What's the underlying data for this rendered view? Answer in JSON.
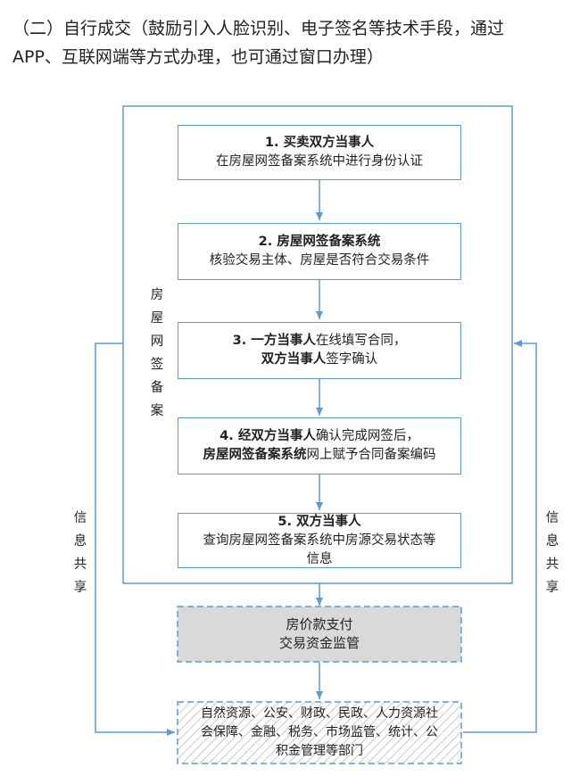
{
  "heading": {
    "line1": "（二）自行成交（鼓励引入人脸识别、电子签名等技术手段，通过",
    "line2": "APP、互联网端等方式办理，也可通过窗口办理）"
  },
  "system_label": [
    "房",
    "屋",
    "网",
    "签",
    "备",
    "案"
  ],
  "share_label_left": [
    "信",
    "息",
    "共",
    "享"
  ],
  "share_label_right": [
    "信",
    "息",
    "共",
    "享"
  ],
  "steps": [
    {
      "prefix": "1. ",
      "bold": "买卖双方当事人",
      "rest": "",
      "line2": "在房屋网签备案系统中进行身份认证"
    },
    {
      "prefix": "2. ",
      "bold": "房屋网签备案系统",
      "rest": "",
      "line2": "核验交易主体、房屋是否符合交易条件"
    },
    {
      "prefix": "3. ",
      "bold": "一方当事人",
      "rest": "在线填写合同，",
      "line2_bold": "双方当事人",
      "line2_rest": "签字确认"
    },
    {
      "prefix": "4. 经",
      "bold": "双方当事人",
      "rest": "确认完成网签后，",
      "line2_bold": "房屋网签备案系统",
      "line2_rest": "网上赋予合同备案编码"
    },
    {
      "prefix": "5. ",
      "bold": "双方当事人",
      "rest": "",
      "line2": "查询房屋网签备案系统中房源交易状态等",
      "line3": "信息"
    }
  ],
  "payment_box": {
    "line1": "房价款支付",
    "line2": "交易资金监管"
  },
  "agencies_box": {
    "line1": "自然资源、公安、财政、民政、人力资源社",
    "line2": "会保障、金融、税务、市场监管、统计、公",
    "line3": "积金管理等部门"
  },
  "colors": {
    "accent": "#5b9bd5",
    "gray_fill": "#d9d9d9",
    "hatch": "#bfbfbf"
  }
}
